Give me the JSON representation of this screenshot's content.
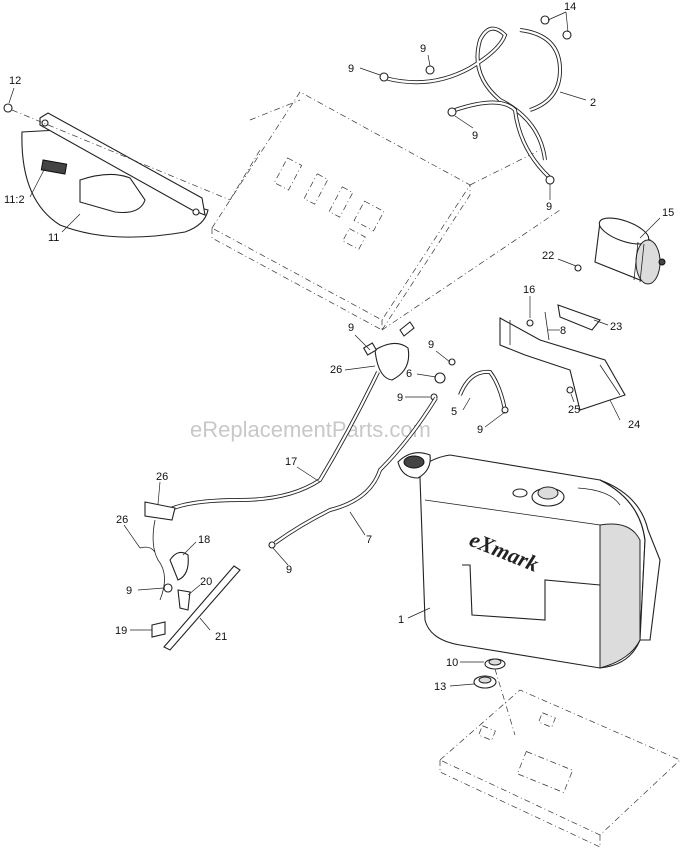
{
  "watermark": "eReplacementParts.com",
  "brand_logo": "eXmark",
  "callouts": [
    {
      "id": "c12",
      "text": "12"
    },
    {
      "id": "c11-2",
      "text": "11:2"
    },
    {
      "id": "c11",
      "text": "11"
    },
    {
      "id": "c14",
      "text": "14"
    },
    {
      "id": "c9a",
      "text": "9"
    },
    {
      "id": "c9b",
      "text": "9"
    },
    {
      "id": "c2",
      "text": "2"
    },
    {
      "id": "c9c",
      "text": "9"
    },
    {
      "id": "c9d",
      "text": "9"
    },
    {
      "id": "c15",
      "text": "15"
    },
    {
      "id": "c22",
      "text": "22"
    },
    {
      "id": "c16",
      "text": "16"
    },
    {
      "id": "c8",
      "text": "8"
    },
    {
      "id": "c23",
      "text": "23"
    },
    {
      "id": "c25",
      "text": "25"
    },
    {
      "id": "c24",
      "text": "24"
    },
    {
      "id": "c9e",
      "text": "9"
    },
    {
      "id": "c26a",
      "text": "26"
    },
    {
      "id": "c9f",
      "text": "9"
    },
    {
      "id": "c6",
      "text": "6"
    },
    {
      "id": "c9g",
      "text": "9"
    },
    {
      "id": "c5",
      "text": "5"
    },
    {
      "id": "c9h",
      "text": "9"
    },
    {
      "id": "c17",
      "text": "17"
    },
    {
      "id": "c7",
      "text": "7"
    },
    {
      "id": "c9i",
      "text": "9"
    },
    {
      "id": "c26b",
      "text": "26"
    },
    {
      "id": "c26c",
      "text": "26"
    },
    {
      "id": "c18",
      "text": "18"
    },
    {
      "id": "c9j",
      "text": "9"
    },
    {
      "id": "c20",
      "text": "20"
    },
    {
      "id": "c19",
      "text": "19"
    },
    {
      "id": "c21",
      "text": "21"
    },
    {
      "id": "c1",
      "text": "1"
    },
    {
      "id": "c10",
      "text": "10"
    },
    {
      "id": "c13",
      "text": "13"
    }
  ]
}
